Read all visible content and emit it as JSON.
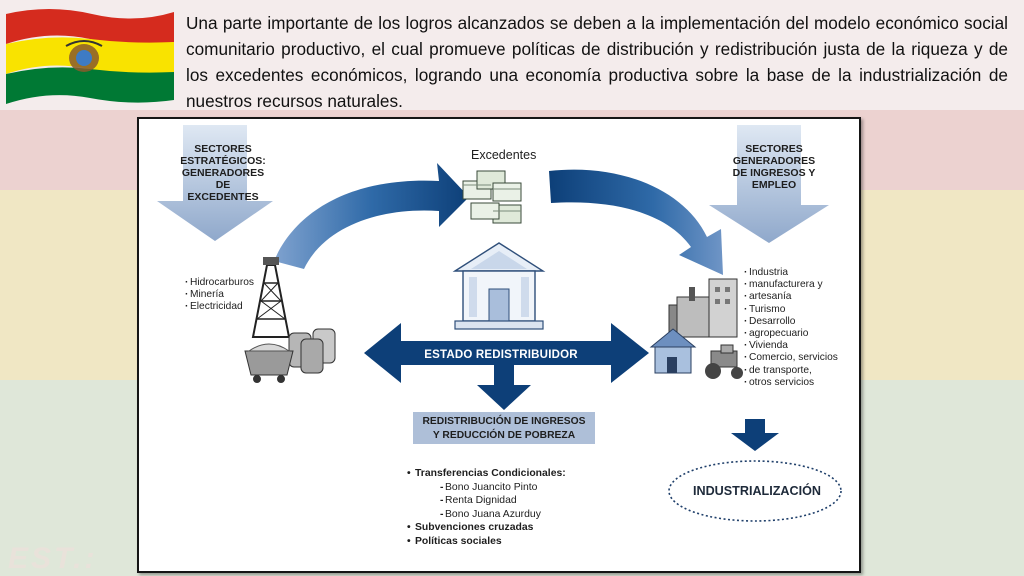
{
  "slide": {
    "paragraph": "Una parte importante de los logros alcanzados se deben a la implementación del modelo económico social comunitario productivo, el cual promueve políticas de distribución y redistribución justa de la riqueza y de los excedentes económicos, logrando una economía productiva sobre la base de la industrialización de nuestros recursos naturales.",
    "watermark": "EST.:"
  },
  "diagram": {
    "left_header": [
      "SECTORES",
      "ESTRATÉGICOS:",
      "GENERADORES",
      "DE EXCEDENTES"
    ],
    "left_items": [
      "Hidrocarburos",
      "Minería",
      "Electricidad"
    ],
    "top_label": "Excedentes",
    "right_header": [
      "SECTORES",
      "GENERADORES",
      "DE INGRESOS Y",
      "EMPLEO"
    ],
    "right_items": [
      "Industria",
      "manufacturera y",
      "artesanía",
      "Turismo",
      "Desarrollo",
      "agropecuario",
      "Vivienda",
      "Comercio, servicios",
      "de transporte,",
      "otros servicios"
    ],
    "center_label": "ESTADO REDISTRIBUIDOR",
    "redistribution": [
      "REDISTRIBUCIÓN DE INGRESOS",
      "Y REDUCCIÓN DE POBREZA"
    ],
    "bottom_list": {
      "transfers": "Transferencias Condicionales:",
      "bonds": [
        "Bono Juancito Pinto",
        "Renta Dignidad",
        "Bono Juana Azurduy"
      ],
      "subsidies": "Subvenciones cruzadas",
      "policies": "Políticas sociales"
    },
    "industrialization": "INDUSTRIALIZACIÓN"
  },
  "colors": {
    "flag_red": "#d52b1e",
    "flag_yellow": "#f9e300",
    "flag_green": "#007934",
    "arrow_blue": "#0d3f78",
    "arrow_light": "#b3c6df"
  }
}
